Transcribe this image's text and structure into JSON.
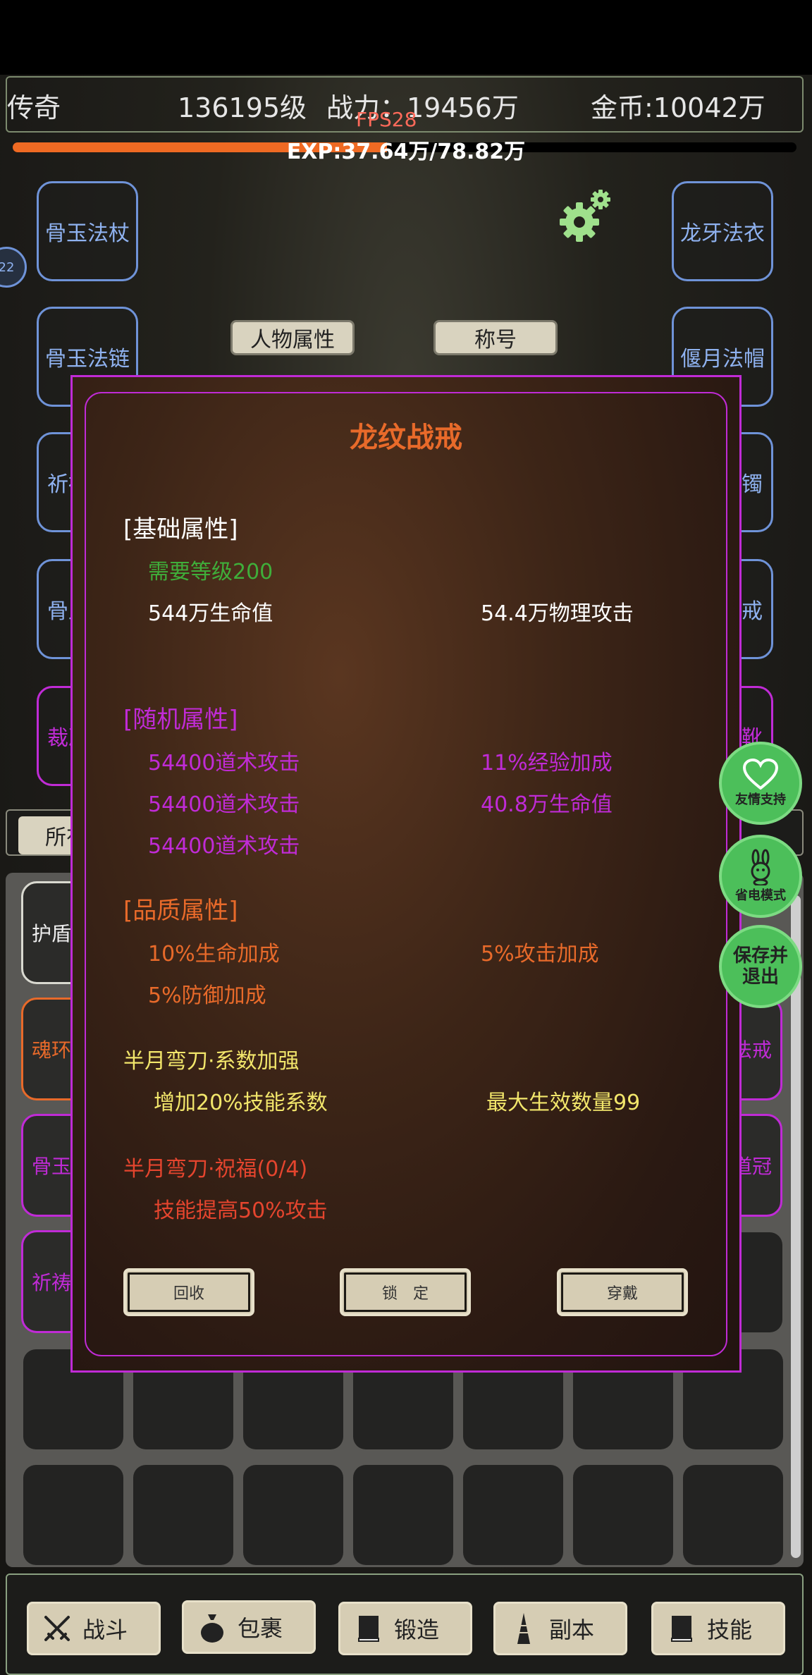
{
  "status": {
    "name": "传奇",
    "level": "136195级",
    "power": "战力：19456万",
    "gold": "金币:10042万",
    "fps": "FPS28",
    "exp_text": "EXP:37.64万/78.82万",
    "exp_progress": 0.4776
  },
  "equip": {
    "left": [
      "骨玉法杖",
      "骨玉法链",
      "祈祷",
      "骨玉",
      "裁决"
    ],
    "right": [
      "龙牙法衣",
      "偃月法帽",
      "手镯",
      "戒",
      "靴"
    ],
    "circle_badge": "22"
  },
  "tabs": {
    "attributes": "人物属性",
    "title": "称号"
  },
  "inventory": {
    "filter": "所有",
    "items": [
      "护盾",
      "魂环",
      "骨玉",
      "祈祷"
    ],
    "right_items": [
      "法戒",
      "道冠"
    ]
  },
  "float_buttons": {
    "support": "友情支持",
    "power_save": "省电模式",
    "save_exit": "保存并退出"
  },
  "modal": {
    "title": "龙纹战戒",
    "base_header": "[基础属性]",
    "required_level": "需要等级200",
    "base_hp": "544万生命值",
    "base_atk": "54.4万物理攻击",
    "random_header": "[随机属性]",
    "random": [
      "54400道术攻击",
      "11%经验加成",
      "54400道术攻击",
      "40.8万生命值",
      "54400道术攻击"
    ],
    "quality_header": "[品质属性]",
    "quality": [
      "10%生命加成",
      "5%攻击加成",
      "5%防御加成"
    ],
    "set1_title": "半月弯刀·系数加强",
    "set1_effect": "增加20%技能系数",
    "set1_max": "最大生效数量99",
    "set2_title": "半月弯刀·祝福(0/4)",
    "set2_effect": "技能提高50%攻击",
    "btn_recycle": "回收",
    "btn_lock": "锁　定",
    "btn_wear": "穿戴"
  },
  "nav": {
    "battle": "战斗",
    "bag": "包裹",
    "forge": "锻造",
    "dungeon": "副本",
    "skill": "技能"
  },
  "colors": {
    "blue_slot": "#6f93d8",
    "purple": "#c02bd6",
    "orange": "#e86a2a",
    "green": "#3fae3a",
    "yellow": "#f2e66b",
    "red": "#e5452e",
    "exp_bar": "#ef6a23"
  },
  "icons": {
    "settings": "gear-icon",
    "support": "heart-icon",
    "power_save": "rabbit-icon",
    "battle": "crossed-swords-icon",
    "bag": "money-bag-icon",
    "forge": "book-icon",
    "dungeon": "tower-icon",
    "skill": "book-icon"
  }
}
